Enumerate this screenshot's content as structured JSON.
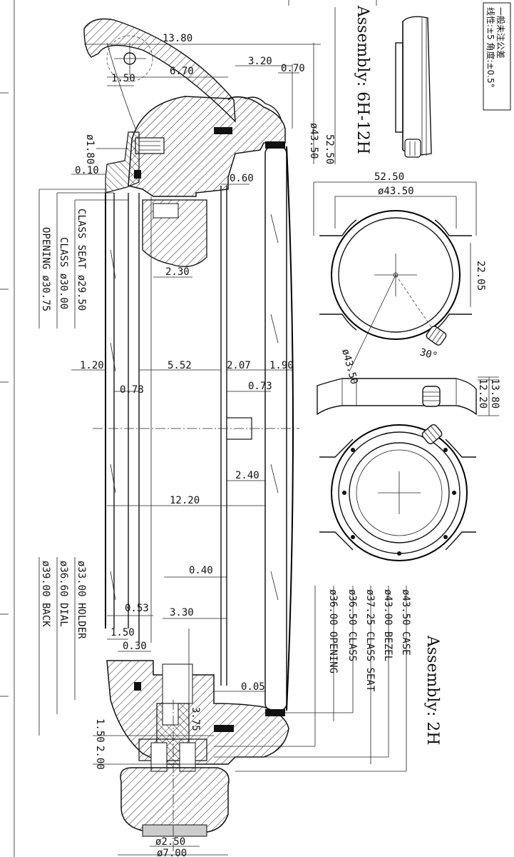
{
  "tolerance_note": {
    "line1": "一般未注公差",
    "line2": "线性:±5  角度:±0.5°"
  },
  "titles": {
    "top": "Assembly:  6H-12H",
    "bottom": "Assembly:  2H"
  },
  "dims": {
    "d13_80": "13.80",
    "d6_70": "6.70",
    "d1_50a": "1.50",
    "d3_20": "3.20",
    "d0_70": "0.70",
    "dia43_50_v": "ø43.50",
    "d52_50_v": "52.50",
    "dia1_80": "ø1.80",
    "d0_10": "0.10",
    "d0_60": "0.60",
    "d2_30": "2.30",
    "d1_20": "1.20",
    "d5_52": "5.52",
    "d2_07": "2.07",
    "d1_90": "1.90",
    "d0_78": "0.78",
    "d0_73": "0.73",
    "d2_40": "2.40",
    "d12_20": "12.20",
    "d0_40": "0.40",
    "d0_53": "0.53",
    "d3_30": "3.30",
    "d1_50b": "1.50",
    "d0_30": "0.30",
    "d0_05": "0.05",
    "d3_75": "3.75",
    "d1_50c": "1.50",
    "d2_00": "2.00",
    "dia2_50": "ø2.50",
    "dia7_00": "ø7.00"
  },
  "left_callouts": [
    "CLASS SEAT ø29.50",
    "CLASS ø30.00",
    "OPENING ø30.75"
  ],
  "lower_left_callouts": [
    "ø33.00 HOLDER",
    "ø36.60 DIAL",
    "ø39.00 BACK"
  ],
  "lower_right_callouts": [
    "ø43.50 CASE",
    "ø43.00 BEZEL",
    "ø37.25 CLASS SEAT",
    "ø36.50 CLASS",
    "ø36.00 OPENING"
  ],
  "front_view": {
    "width": "52.50",
    "dia": "ø43.50",
    "lug": "22.05",
    "dia_diag": "ø43.50",
    "angle": "30°"
  },
  "side_view": {
    "h1": "13.80",
    "h2": "12.20"
  }
}
